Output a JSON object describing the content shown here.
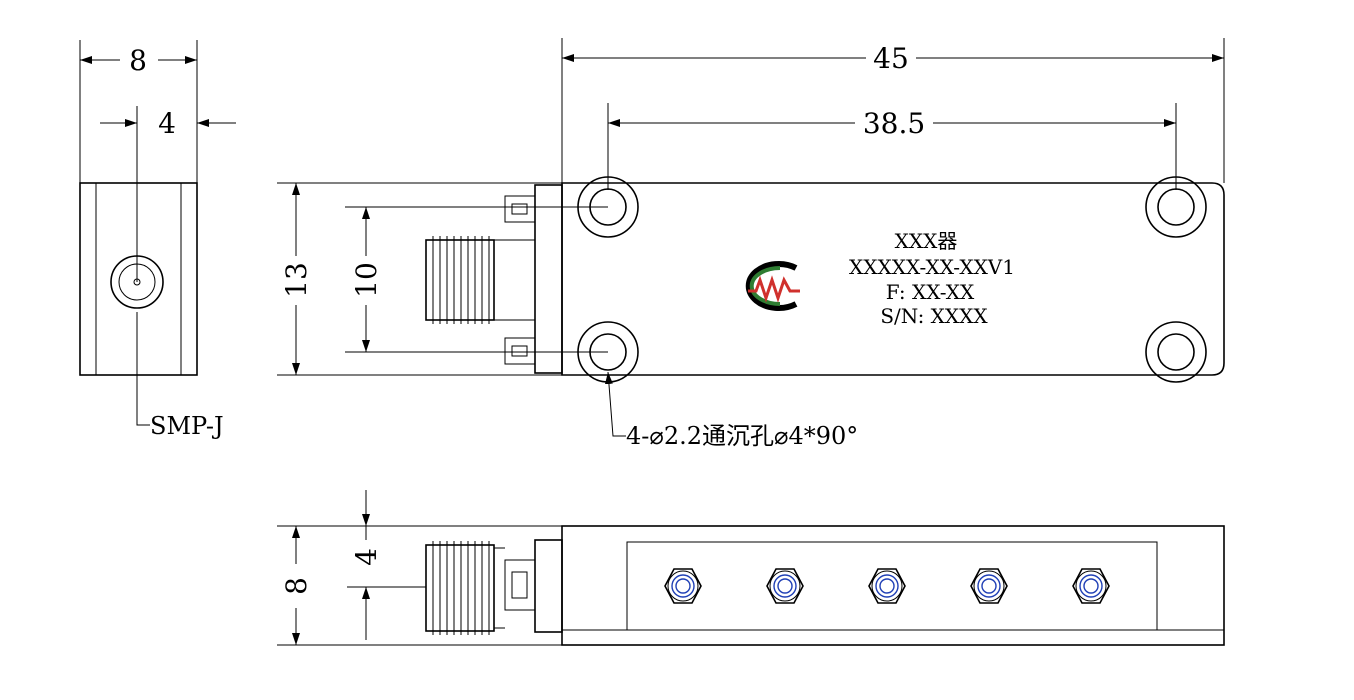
{
  "dimensions": {
    "width_side": "8",
    "pin_offset": "4",
    "length_overall": "45",
    "hole_spacing": "38.5",
    "height_overall": "13",
    "connector_spacing": "10",
    "thickness": "8",
    "connector_offset": "4"
  },
  "callouts": {
    "connector": "SMP-J",
    "holes": "4-⌀2.2通沉孔⌀4*90°"
  },
  "nameplate": {
    "name": "XXX器",
    "model": "XXXXX-XX-XXV1",
    "frequency": "F: XX-XX",
    "serial": "S/N: XXXX"
  },
  "colors": {
    "line": "#000000",
    "logo_red": "#d0312d",
    "logo_green": "#2e7d32",
    "tuning_blue": "#1f3fb5"
  },
  "views": {
    "bottom_tuning_screws": 5
  }
}
